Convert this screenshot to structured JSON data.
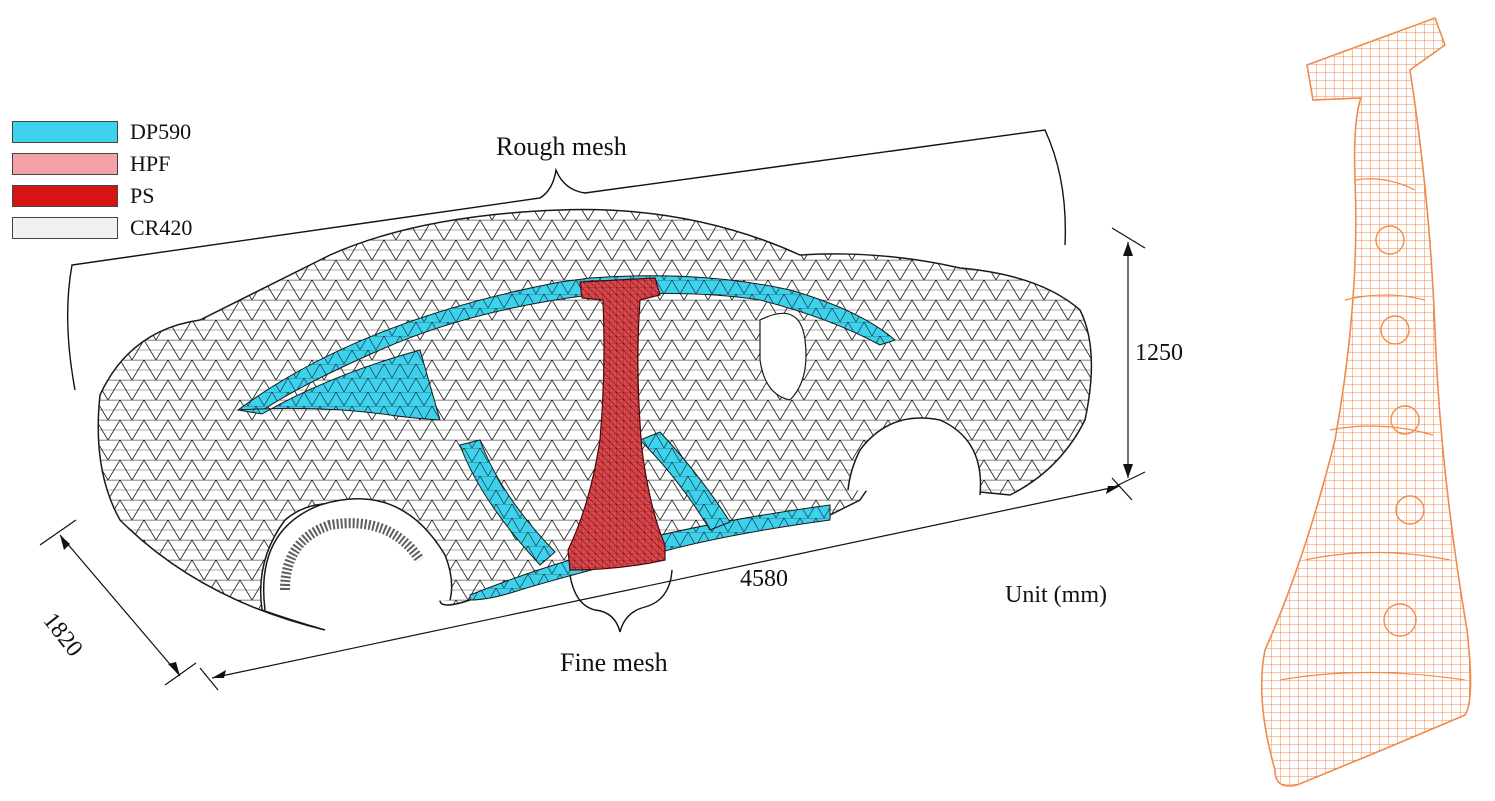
{
  "legend": [
    {
      "label": "DP590",
      "color": "#3cd2ee"
    },
    {
      "label": "HPF",
      "color": "#f3a0a8"
    },
    {
      "label": "PS",
      "color": "#d61414"
    },
    {
      "label": "CR420",
      "color": "#f1f1f1"
    }
  ],
  "annotations": {
    "rough_mesh": "Rough mesh",
    "fine_mesh": "Fine mesh",
    "unit": "Unit (mm)"
  },
  "dimensions": {
    "length": "4580",
    "width": "1820",
    "height": "1250"
  },
  "colors": {
    "mesh_line": "#1a1a1a",
    "detail_mesh": "#f08a4b",
    "pillar_fill": "#d8474c"
  }
}
